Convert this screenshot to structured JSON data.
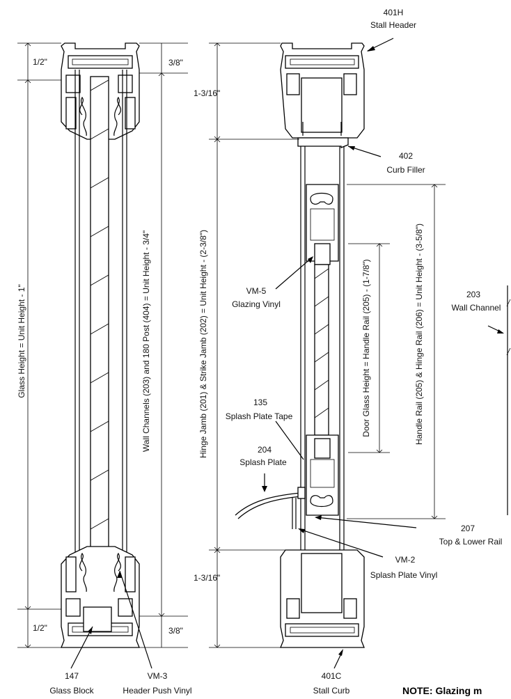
{
  "left_section": {
    "dim_top_left": "1/2\"",
    "dim_top_right": "3/8\"",
    "dim_bottom_left": "1/2\"",
    "dim_bottom_right": "3/8\"",
    "glass_height": "Glass Height = Unit Height - 1\"",
    "wall_channels": "Wall Channels (203) and 180 Post (404) = Unit Height - 3/4\"",
    "callout_147_code": "147",
    "callout_147_name": "Glass Block",
    "callout_vm3_code": "VM-3",
    "callout_vm3_name": "Header Push Vinyl"
  },
  "middle_section": {
    "callout_401h_code": "401H",
    "callout_401h_name": "Stall Header",
    "callout_402_code": "402",
    "callout_402_name": "Curb Filler",
    "dim_top": "1-3/16\"",
    "dim_bottom": "1-3/16\"",
    "jamb_height": "Hinge Jamb (201) & Strike Jamb (202) = Unit Height - (2-3/8\")",
    "callout_vm5_code": "VM-5",
    "callout_vm5_name": "Glazing Vinyl",
    "callout_135_code": "135",
    "callout_135_name": "Splash Plate Tape",
    "callout_204_code": "204",
    "callout_204_name": "Splash Plate",
    "callout_vm2_code": "VM-2",
    "callout_vm2_name": "Splash Plate Vinyl",
    "callout_401c_code": "401C",
    "callout_401c_name": "Stall Curb",
    "door_glass_height": "Door Glass Height = Handle Rail (205) - (1-7/8\")",
    "handle_rail": "Handle Rail (205) & Hinge Rail (206) = Unit Height - (3-5/8\")",
    "callout_207_code": "207",
    "callout_207_name": "Top & Lower Rail",
    "callout_203_code": "203",
    "callout_203_name": "Wall Channel"
  },
  "note": "NOTE: Glazing m"
}
